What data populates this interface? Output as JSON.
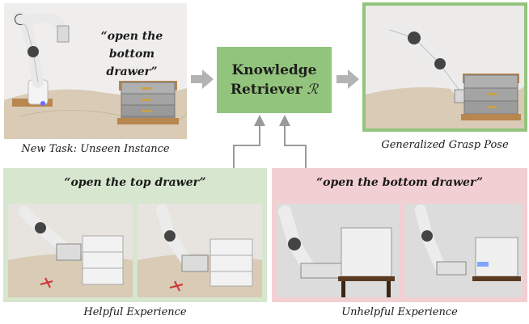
{
  "top_left": {
    "instruction": "“open the bottom drawer”",
    "caption": "New Task: Unseen Instance"
  },
  "center": {
    "title": "Knowledge",
    "subtitle": "Retriever",
    "symbol": "ℛ"
  },
  "top_right": {
    "caption": "Generalized Grasp Pose"
  },
  "helpful": {
    "instruction": "“open the top drawer”",
    "caption": "Helpful Experience",
    "accent": "#d6e6cf"
  },
  "unhelpful": {
    "instruction": "“open the bottom drawer”",
    "caption": "Unhelpful Experience",
    "accent": "#f2cfd3"
  },
  "colors": {
    "retriever": "#93c47d",
    "arrow": "#b3b3b3",
    "connector": "#9a9a9a"
  }
}
